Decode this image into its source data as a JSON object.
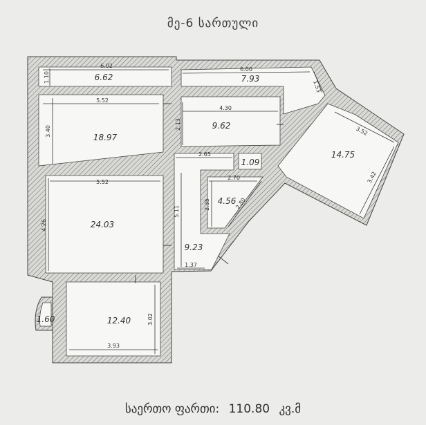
{
  "header": {
    "floor_label": "მე-6 სართული"
  },
  "footer": {
    "total_label": "საერთო ფართი:",
    "total_value": "110.80",
    "unit": "კვ.მ"
  },
  "rooms": {
    "r1": "6.62",
    "r2": "7.93",
    "r3": "18.97",
    "r4": "9.62",
    "r5": "14.75",
    "r6": "1.09",
    "r7": "4.56",
    "r8": "24.03",
    "r9": "9.23",
    "r10": "12.40",
    "r11": "1.60"
  },
  "dimensions": {
    "d_602": "6.02",
    "d_110": "1.10",
    "d_600": "6.00",
    "d_153": "1.53",
    "d_552a": "5.52",
    "d_340": "3.40",
    "d_430": "4.30",
    "d_213": "2.13",
    "d_352": "3.52",
    "d_342": "3.42",
    "d_265": "2.65",
    "d_270": "2.70",
    "d_235": "2.35",
    "d_280": "2.80",
    "d_552b": "5.52",
    "d_426": "4.26",
    "d_511": "5.11",
    "d_137": "1.37",
    "d_302": "3.02",
    "d_393": "3.93"
  }
}
